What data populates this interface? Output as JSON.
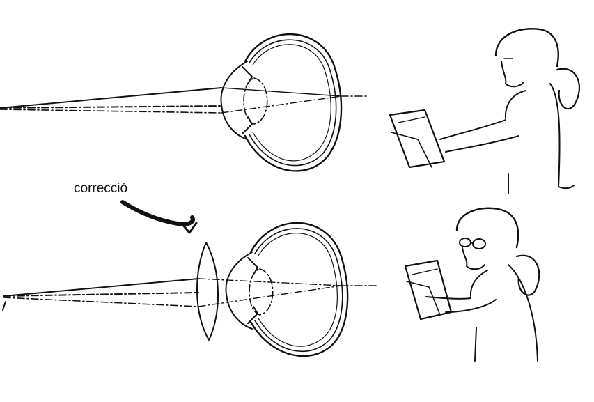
{
  "annotation": {
    "label": "correcció"
  },
  "colors": {
    "ink": "#111111",
    "paper": "#ffffff"
  },
  "icons": [
    "arrow-icon"
  ],
  "scenes": [
    {
      "name": "hyperopic-eye-without-correction"
    },
    {
      "name": "hyperopic-eye-with-convex-lens"
    }
  ]
}
